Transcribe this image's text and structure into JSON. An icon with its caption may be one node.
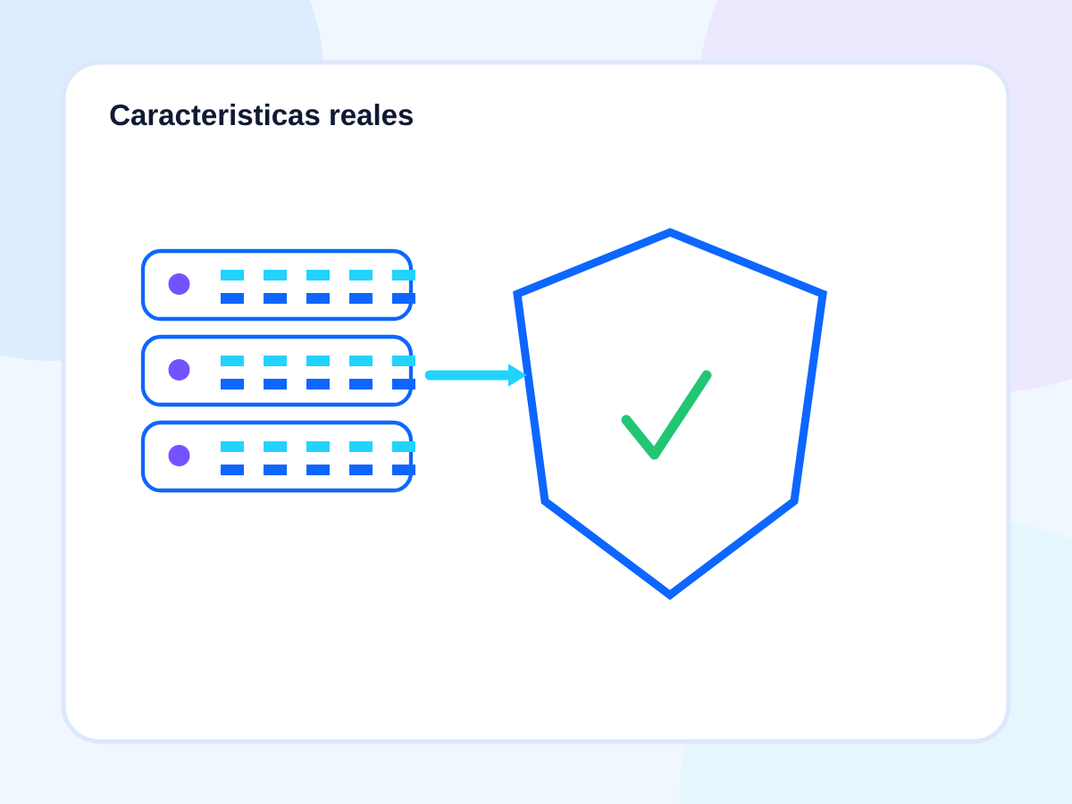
{
  "diagram": {
    "title": "Caracteristicas reales",
    "nodes": [
      {
        "text": [],
        "shape": "box"
      },
      {
        "text": [],
        "shape": "box"
      },
      {
        "text": [],
        "shape": "box"
      },
      {
        "text": [],
        "shape": "shield"
      }
    ],
    "edges": [
      {
        "from": 1,
        "to": 3,
        "arrow": "to"
      }
    ]
  }
}
